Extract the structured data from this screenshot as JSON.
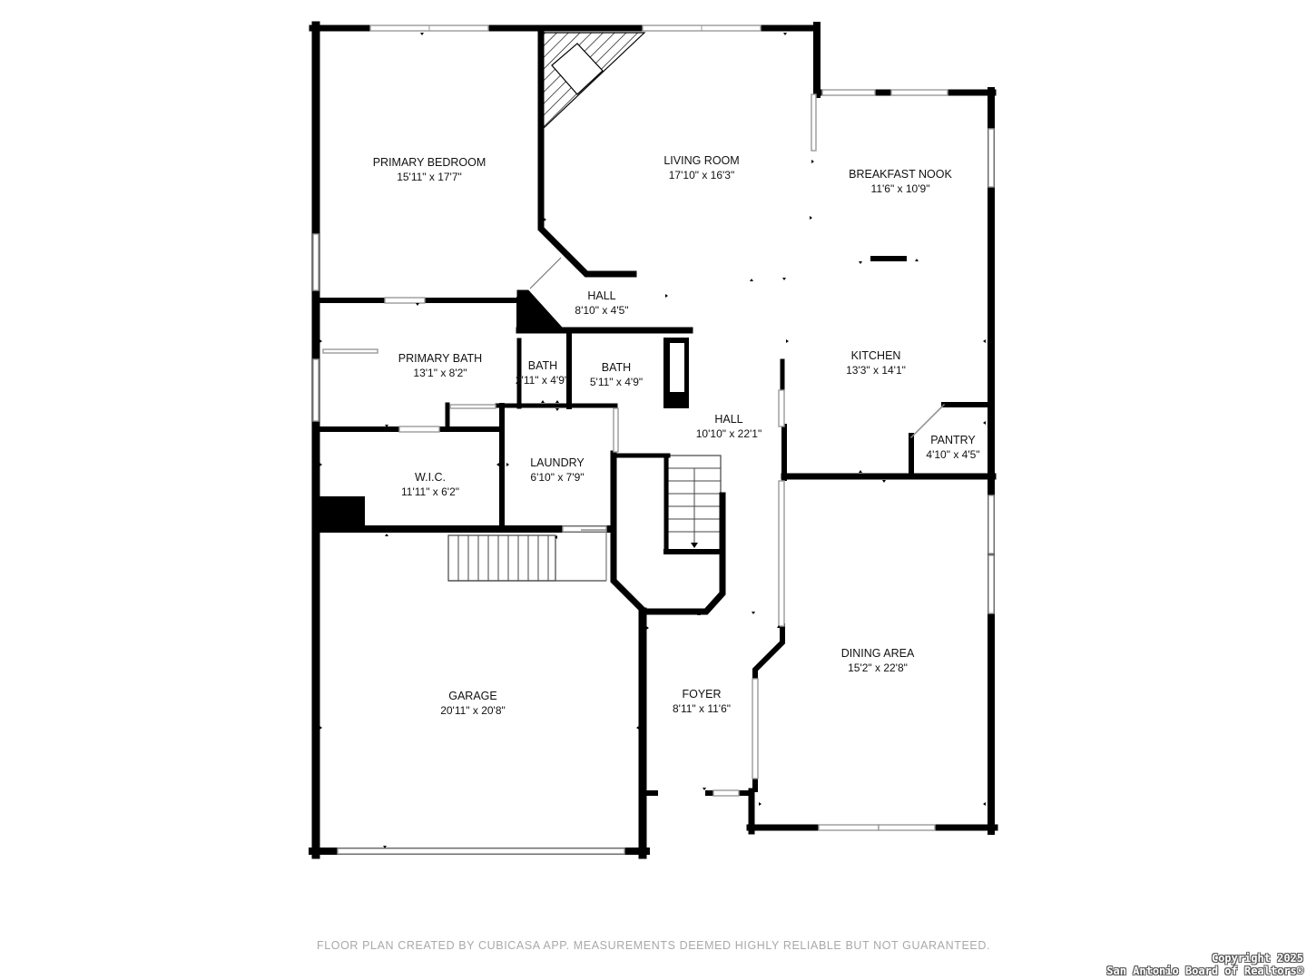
{
  "rooms": [
    {
      "id": "primary-bedroom",
      "name": "PRIMARY BEDROOM",
      "dims": "15'11\" x 17'7\""
    },
    {
      "id": "living-room",
      "name": "LIVING ROOM",
      "dims": "17'10\" x 16'3\""
    },
    {
      "id": "breakfast-nook",
      "name": "BREAKFAST NOOK",
      "dims": "11'6\" x 10'9\""
    },
    {
      "id": "hall-upper",
      "name": "HALL",
      "dims": "8'10\" x 4'5\""
    },
    {
      "id": "primary-bath",
      "name": "PRIMARY BATH",
      "dims": "13'1\" x 8'2\""
    },
    {
      "id": "bath-small",
      "name": "BATH",
      "dims": "2'11\" x 4'9\""
    },
    {
      "id": "bath",
      "name": "BATH",
      "dims": "5'11\" x 4'9\""
    },
    {
      "id": "kitchen",
      "name": "KITCHEN",
      "dims": "13'3\" x 14'1\""
    },
    {
      "id": "hall-main",
      "name": "HALL",
      "dims": "10'10\" x 22'1\""
    },
    {
      "id": "pantry",
      "name": "PANTRY",
      "dims": "4'10\" x 4'5\""
    },
    {
      "id": "wic",
      "name": "W.I.C.",
      "dims": "11'11\" x 6'2\""
    },
    {
      "id": "laundry",
      "name": "LAUNDRY",
      "dims": "6'10\" x 7'9\""
    },
    {
      "id": "dining-area",
      "name": "DINING AREA",
      "dims": "15'2\" x 22'8\""
    },
    {
      "id": "garage",
      "name": "GARAGE",
      "dims": "20'11\" x 20'8\""
    },
    {
      "id": "foyer",
      "name": "FOYER",
      "dims": "8'11\" x 11'6\""
    }
  ],
  "footer": {
    "disclaimer": "FLOOR PLAN CREATED BY CUBICASA APP. MEASUREMENTS DEEMED HIGHLY RELIABLE BUT NOT GUARANTEED.",
    "copyright_line1": "Copyright 2025",
    "copyright_line2": "San Antonio Board of Realtors®"
  },
  "colors": {
    "wall": "#000000",
    "window": "#9a9a9a",
    "disclaimer": "#a9a9a9"
  }
}
